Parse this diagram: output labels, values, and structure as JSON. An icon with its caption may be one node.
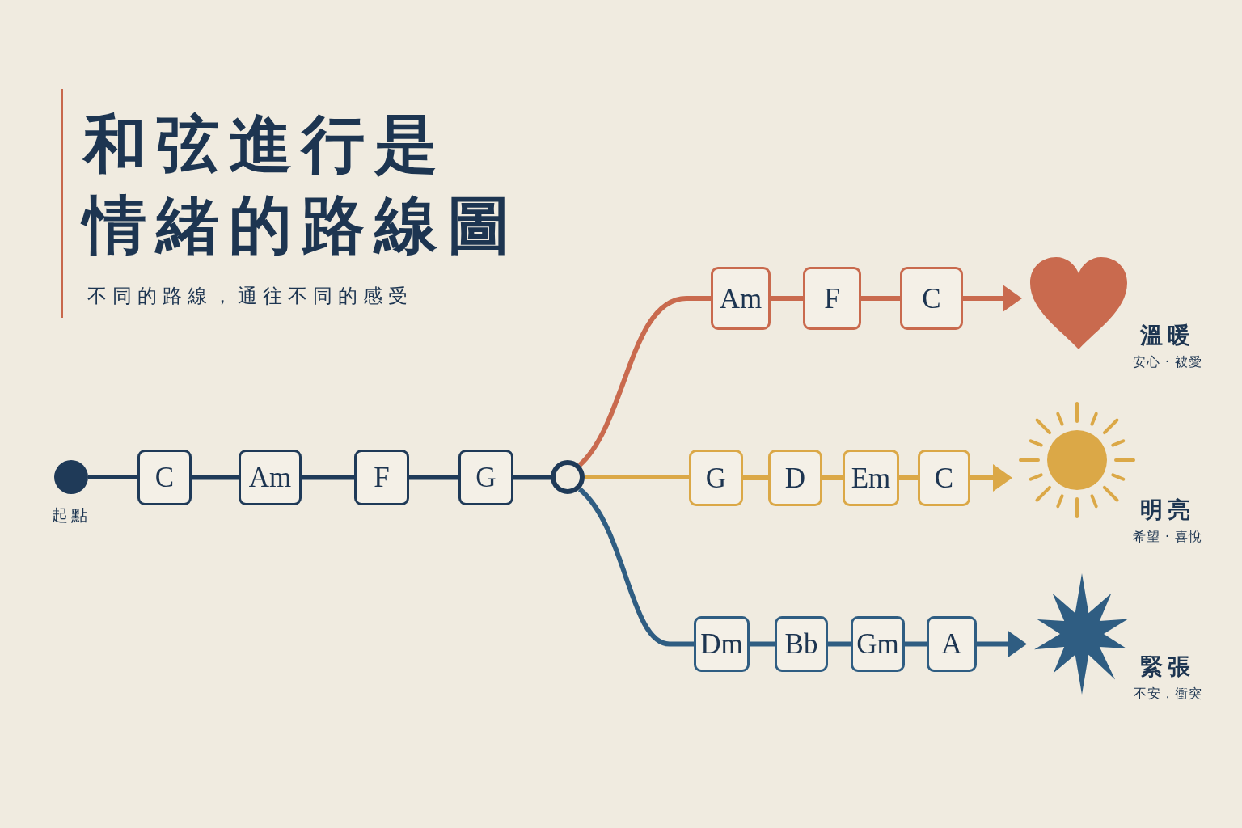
{
  "diagram": {
    "title": "和弦進行是情緒的路線圖",
    "nodes": [
      {
        "text": [],
        "shape": "dot",
        "beside": [
          "起點"
        ]
      },
      {
        "text": [
          "C"
        ]
      },
      {
        "text": [
          "Am"
        ]
      },
      {
        "text": [
          "F"
        ]
      },
      {
        "text": [
          "G"
        ]
      },
      {
        "text": [],
        "shape": "circle"
      },
      {
        "text": [
          "Am"
        ]
      },
      {
        "text": [
          "F"
        ]
      },
      {
        "text": [
          "C"
        ]
      },
      {
        "text": [],
        "shape": "heart",
        "beside": [
          "溫暖",
          "安心 · 被愛"
        ]
      },
      {
        "text": [
          "G"
        ]
      },
      {
        "text": [
          "D"
        ]
      },
      {
        "text": [
          "Em"
        ]
      },
      {
        "text": [
          "C"
        ]
      },
      {
        "text": [],
        "shape": "sun",
        "beside": [
          "明亮",
          "希望 · 喜悅"
        ]
      },
      {
        "text": [
          "Dm"
        ]
      },
      {
        "text": [
          "Bb"
        ]
      },
      {
        "text": [
          "Gm"
        ]
      },
      {
        "text": [
          "A"
        ]
      },
      {
        "text": [],
        "shape": "star",
        "beside": [
          "緊張",
          "不安，衝突"
        ]
      }
    ],
    "edges": [
      {
        "from": 0,
        "to": 1,
        "arrow": "none",
        "color": "#1f3a58"
      },
      {
        "from": 1,
        "to": 2,
        "arrow": "none",
        "color": "#1f3a58"
      },
      {
        "from": 2,
        "to": 3,
        "arrow": "none",
        "color": "#1f3a58"
      },
      {
        "from": 3,
        "to": 4,
        "arrow": "none",
        "color": "#1f3a58"
      },
      {
        "from": 4,
        "to": 5,
        "arrow": "none",
        "color": "#1f3a58"
      },
      {
        "from": 5,
        "to": 6,
        "arrow": "none",
        "color": "#c96a4e"
      },
      {
        "from": 6,
        "to": 7,
        "arrow": "none",
        "color": "#c96a4e"
      },
      {
        "from": 7,
        "to": 8,
        "arrow": "none",
        "color": "#c96a4e"
      },
      {
        "from": 8,
        "to": 9,
        "arrow": "to",
        "color": "#c96a4e"
      },
      {
        "from": 5,
        "to": 10,
        "arrow": "none",
        "color": "#dba847"
      },
      {
        "from": 10,
        "to": 11,
        "arrow": "none",
        "color": "#dba847"
      },
      {
        "from": 11,
        "to": 12,
        "arrow": "none",
        "color": "#dba847"
      },
      {
        "from": 12,
        "to": 13,
        "arrow": "none",
        "color": "#dba847"
      },
      {
        "from": 13,
        "to": 14,
        "arrow": "to",
        "color": "#dba847"
      },
      {
        "from": 5,
        "to": 15,
        "arrow": "none",
        "color": "#2f5d82"
      },
      {
        "from": 15,
        "to": 16,
        "arrow": "none",
        "color": "#2f5d82"
      },
      {
        "from": 16,
        "to": 17,
        "arrow": "none",
        "color": "#2f5d82"
      },
      {
        "from": 17,
        "to": 18,
        "arrow": "none",
        "color": "#2f5d82"
      },
      {
        "from": 18,
        "to": 19,
        "arrow": "to",
        "color": "#2f5d82"
      }
    ],
    "labels": [
      "不同的路線，通往不同的感受"
    ]
  }
}
